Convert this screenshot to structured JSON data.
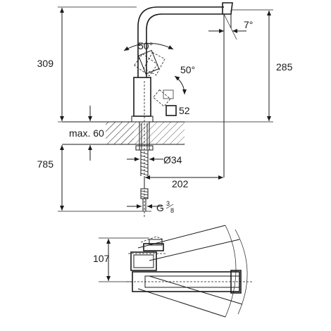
{
  "drawing": {
    "labels": {
      "height_total": "309",
      "height_spout": "285",
      "spout_angle": "7°",
      "lever_angle_upper": "50°",
      "lever_angle_lower": "50°",
      "base_square": "52",
      "deck_max": "max. 60",
      "hose_length": "785",
      "hole_diameter": "Ø34",
      "reach": "202",
      "thread_prefix": "G",
      "thread_num": "3",
      "thread_den": "8",
      "plan_offset": "107"
    }
  }
}
